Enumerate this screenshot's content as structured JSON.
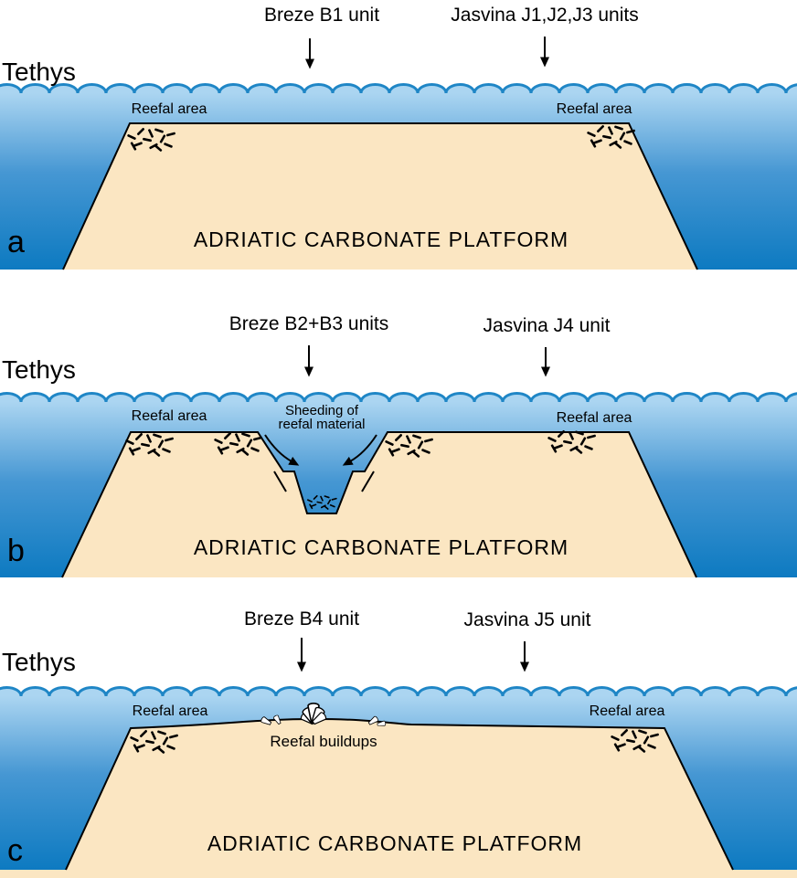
{
  "colors": {
    "water_top": "#abd5f1",
    "water_mid": "#4697d3",
    "water_deep": "#0d7ac1",
    "wave_stroke": "#1f86c6",
    "platform_fill": "#fbe6c2",
    "line": "#000000"
  },
  "panels": [
    {
      "letter": "a",
      "sea": "Tethys",
      "left_unit": "Breze B1 unit",
      "right_unit": "Jasvina J1,J2,J3 units",
      "reef_left": "Reefal area",
      "reef_right": "Reefal area",
      "platform_name": "ADRIATIC CARBONATE PLATFORM"
    },
    {
      "letter": "b",
      "sea": "Tethys",
      "left_unit": "Breze B2+B3 units",
      "right_unit": "Jasvina J4 unit",
      "reef_left": "Reefal area",
      "reef_right": "Reefal area",
      "shedding_line1": "Sheeding of",
      "shedding_line2": "reefal material",
      "platform_name": "ADRIATIC CARBONATE PLATFORM"
    },
    {
      "letter": "c",
      "sea": "Tethys",
      "left_unit": "Breze B4 unit",
      "right_unit": "Jasvina J5 unit",
      "reef_left": "Reefal area",
      "reef_right": "Reefal area",
      "buildups": "Reefal buildups",
      "platform_name": "ADRIATIC CARBONATE PLATFORM"
    }
  ]
}
